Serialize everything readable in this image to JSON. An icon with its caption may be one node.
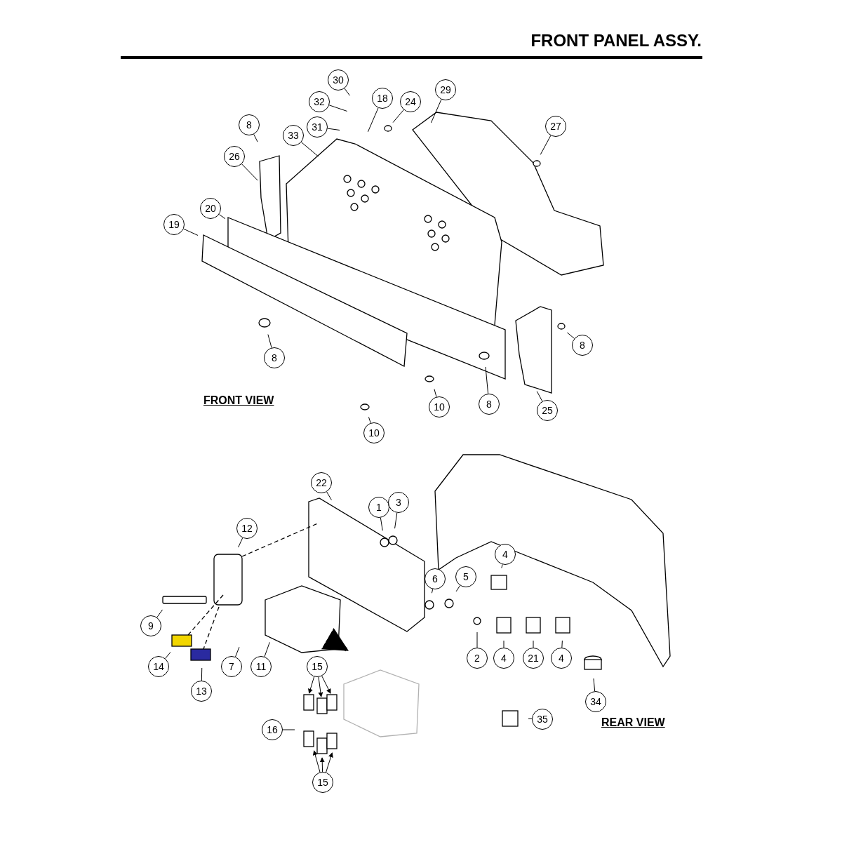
{
  "diagram": {
    "title": "FRONT PANEL ASSY.",
    "nodes": [
      {
        "text": [
          "30"
        ]
      },
      {
        "text": [
          "32"
        ]
      },
      {
        "text": [
          "18"
        ]
      },
      {
        "text": [
          "24"
        ]
      },
      {
        "text": [
          "29"
        ]
      },
      {
        "text": [
          "31"
        ]
      },
      {
        "text": [
          "27"
        ]
      },
      {
        "text": [
          "8"
        ]
      },
      {
        "text": [
          "33"
        ]
      },
      {
        "text": [
          "26"
        ]
      },
      {
        "text": [
          "20"
        ]
      },
      {
        "text": [
          "19"
        ]
      },
      {
        "text": [
          "8"
        ]
      },
      {
        "text": [
          "8"
        ]
      },
      {
        "text": [
          "25"
        ]
      },
      {
        "text": [
          "10"
        ]
      },
      {
        "text": [
          "8"
        ]
      },
      {
        "text": [
          "10"
        ]
      },
      {
        "text": [
          "22"
        ]
      },
      {
        "text": [
          "1"
        ]
      },
      {
        "text": [
          "3"
        ]
      },
      {
        "text": [
          "12"
        ]
      },
      {
        "text": [
          "4"
        ]
      },
      {
        "text": [
          "6"
        ]
      },
      {
        "text": [
          "5"
        ]
      },
      {
        "text": [
          "9"
        ]
      },
      {
        "text": [
          "7"
        ]
      },
      {
        "text": [
          "11"
        ]
      },
      {
        "text": [
          "2"
        ]
      },
      {
        "text": [
          "4"
        ]
      },
      {
        "text": [
          "21"
        ]
      },
      {
        "text": [
          "4"
        ]
      },
      {
        "text": [
          "14"
        ]
      },
      {
        "text": [
          "13"
        ]
      },
      {
        "text": [
          "34"
        ]
      },
      {
        "text": [
          "15"
        ]
      },
      {
        "text": [
          "35"
        ]
      },
      {
        "text": [
          "16"
        ]
      },
      {
        "text": [
          "15"
        ]
      }
    ],
    "edges": [
      {
        "from": 0,
        "to": null,
        "arrow": "none"
      },
      {
        "from": 1,
        "to": null,
        "arrow": "none"
      },
      {
        "from": 2,
        "to": null,
        "arrow": "none"
      },
      {
        "from": 3,
        "to": null,
        "arrow": "none"
      },
      {
        "from": 4,
        "to": null,
        "arrow": "none"
      },
      {
        "from": 5,
        "to": null,
        "arrow": "none"
      },
      {
        "from": 6,
        "to": null,
        "arrow": "none"
      },
      {
        "from": 7,
        "to": null,
        "arrow": "none"
      },
      {
        "from": 8,
        "to": null,
        "arrow": "none"
      },
      {
        "from": 9,
        "to": null,
        "arrow": "none"
      },
      {
        "from": 10,
        "to": null,
        "arrow": "none"
      },
      {
        "from": 11,
        "to": null,
        "arrow": "none"
      },
      {
        "from": 12,
        "to": null,
        "arrow": "none"
      },
      {
        "from": 13,
        "to": null,
        "arrow": "none"
      },
      {
        "from": 14,
        "to": null,
        "arrow": "none"
      },
      {
        "from": 15,
        "to": null,
        "arrow": "none"
      },
      {
        "from": 16,
        "to": null,
        "arrow": "none"
      },
      {
        "from": 17,
        "to": null,
        "arrow": "none"
      },
      {
        "from": 18,
        "to": null,
        "arrow": "none"
      },
      {
        "from": 19,
        "to": null,
        "arrow": "none"
      },
      {
        "from": 20,
        "to": null,
        "arrow": "none"
      },
      {
        "from": 21,
        "to": null,
        "arrow": "none"
      },
      {
        "from": 22,
        "to": null,
        "arrow": "none"
      },
      {
        "from": 23,
        "to": null,
        "arrow": "none"
      },
      {
        "from": 24,
        "to": null,
        "arrow": "none"
      },
      {
        "from": 25,
        "to": null,
        "arrow": "none"
      },
      {
        "from": 26,
        "to": null,
        "arrow": "none"
      },
      {
        "from": 27,
        "to": null,
        "arrow": "none"
      },
      {
        "from": 28,
        "to": null,
        "arrow": "none"
      },
      {
        "from": 29,
        "to": null,
        "arrow": "none"
      },
      {
        "from": 30,
        "to": null,
        "arrow": "none"
      },
      {
        "from": 31,
        "to": null,
        "arrow": "none"
      },
      {
        "from": 32,
        "to": null,
        "arrow": "none"
      },
      {
        "from": 33,
        "to": null,
        "arrow": "none"
      },
      {
        "from": 34,
        "to": null,
        "arrow": "none"
      },
      {
        "from": 35,
        "to": null,
        "arrow": "to"
      },
      {
        "from": 35,
        "to": null,
        "arrow": "to"
      },
      {
        "from": 35,
        "to": null,
        "arrow": "to"
      },
      {
        "from": 36,
        "to": null,
        "arrow": "none"
      },
      {
        "from": 37,
        "to": null,
        "arrow": "none"
      },
      {
        "from": 38,
        "to": null,
        "arrow": "to"
      },
      {
        "from": 38,
        "to": null,
        "arrow": "to"
      },
      {
        "from": 38,
        "to": null,
        "arrow": "to"
      }
    ],
    "labels": [
      "FRONT VIEW",
      "REAR VIEW"
    ]
  }
}
